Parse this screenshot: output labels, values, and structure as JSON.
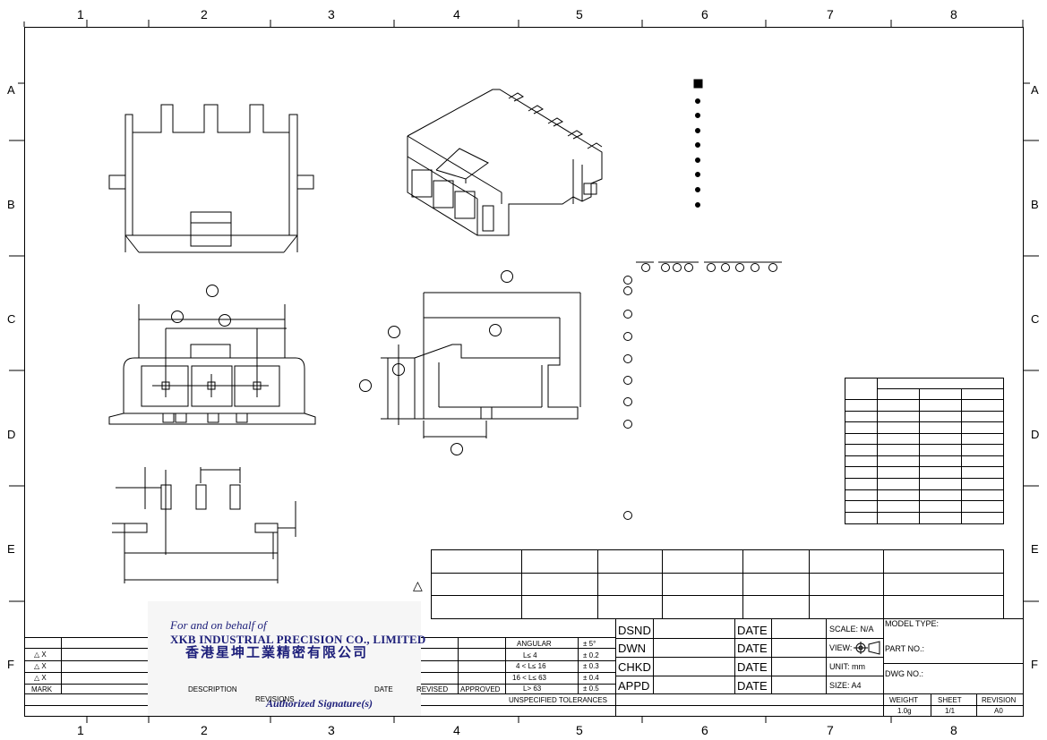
{
  "zones": {
    "columns": [
      "1",
      "2",
      "3",
      "4",
      "5",
      "6",
      "7",
      "8"
    ],
    "rows": [
      "A",
      "B",
      "C",
      "D",
      "E",
      "F"
    ]
  },
  "revisions": {
    "marks": [
      "△ X",
      "△ X",
      "△ X"
    ],
    "headers": {
      "mark": "MARK",
      "description": "DESCRIPTION",
      "date": "DATE",
      "revised": "REVISED",
      "approved": "APPROVED",
      "title": "REVISIONS"
    }
  },
  "tolerances": {
    "rows": [
      {
        "range": "ANGULAR",
        "value": "± 5°"
      },
      {
        "range": "L≤ 4",
        "value": "± 0.2"
      },
      {
        "range": "4 < L≤ 16",
        "value": "± 0.3"
      },
      {
        "range": "16 < L≤ 63",
        "value": "± 0.4"
      },
      {
        "range": "L> 63",
        "value": "± 0.5"
      }
    ],
    "caption": "UNSPECIFIED  TOLERANCES"
  },
  "signoff": {
    "rows": [
      {
        "role": "DSND",
        "date_label": "DATE"
      },
      {
        "role": "DWN",
        "date_label": "DATE"
      },
      {
        "role": "CHKD",
        "date_label": "DATE"
      },
      {
        "role": "APPD",
        "date_label": "DATE"
      }
    ]
  },
  "info": {
    "scale": "SCALE: N/A",
    "view": "VIEW:",
    "unit": "UNIT:  mm",
    "size": "SIZE:  A4",
    "model_type": "MODEL TYPE:",
    "part_no": "PART NO.:",
    "dwg_no": "DWG NO.:"
  },
  "footer": {
    "weight_label": "WEIGHT",
    "weight_value": "1.0g",
    "sheet_label": "SHEET",
    "sheet_value": "1/1",
    "revision_label": "REVISION",
    "revision_value": "A0"
  },
  "company": {
    "line1": "For and on behalf of",
    "line2": "XKB INDUSTRIAL PRECISION CO., LIMITED",
    "line3": "香港星坤工業精密有限公司",
    "line4": "Authorized Signature(s)"
  },
  "notes": {
    "triangle": "△"
  }
}
